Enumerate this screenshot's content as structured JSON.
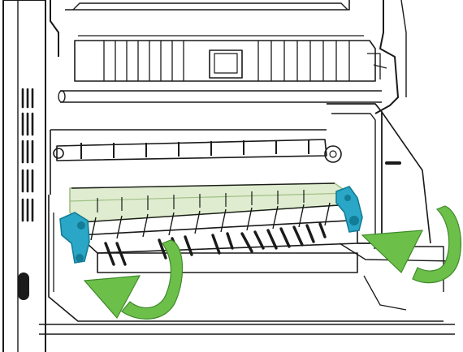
{
  "colors": {
    "background": "#ffffff",
    "line": "#1a1a1a",
    "fuser_film": "#dfeccf",
    "fuser_film_edge": "#9fbf86",
    "release_lever": "#2aa6c6",
    "release_lever_dark": "#137c96",
    "arrow": "#6cc04a",
    "arrow_edge": "#3f8a2a"
  },
  "parts": {
    "printer_frame": "printer-frame",
    "left_vent": "vent-slots",
    "left_handle": "side-handle",
    "fuser_assembly": "fuser-roller",
    "left_lever": "left-release-lever",
    "right_lever": "right-release-lever",
    "left_arrow": "rotate-arrow-left",
    "right_arrow": "rotate-arrow-right"
  }
}
